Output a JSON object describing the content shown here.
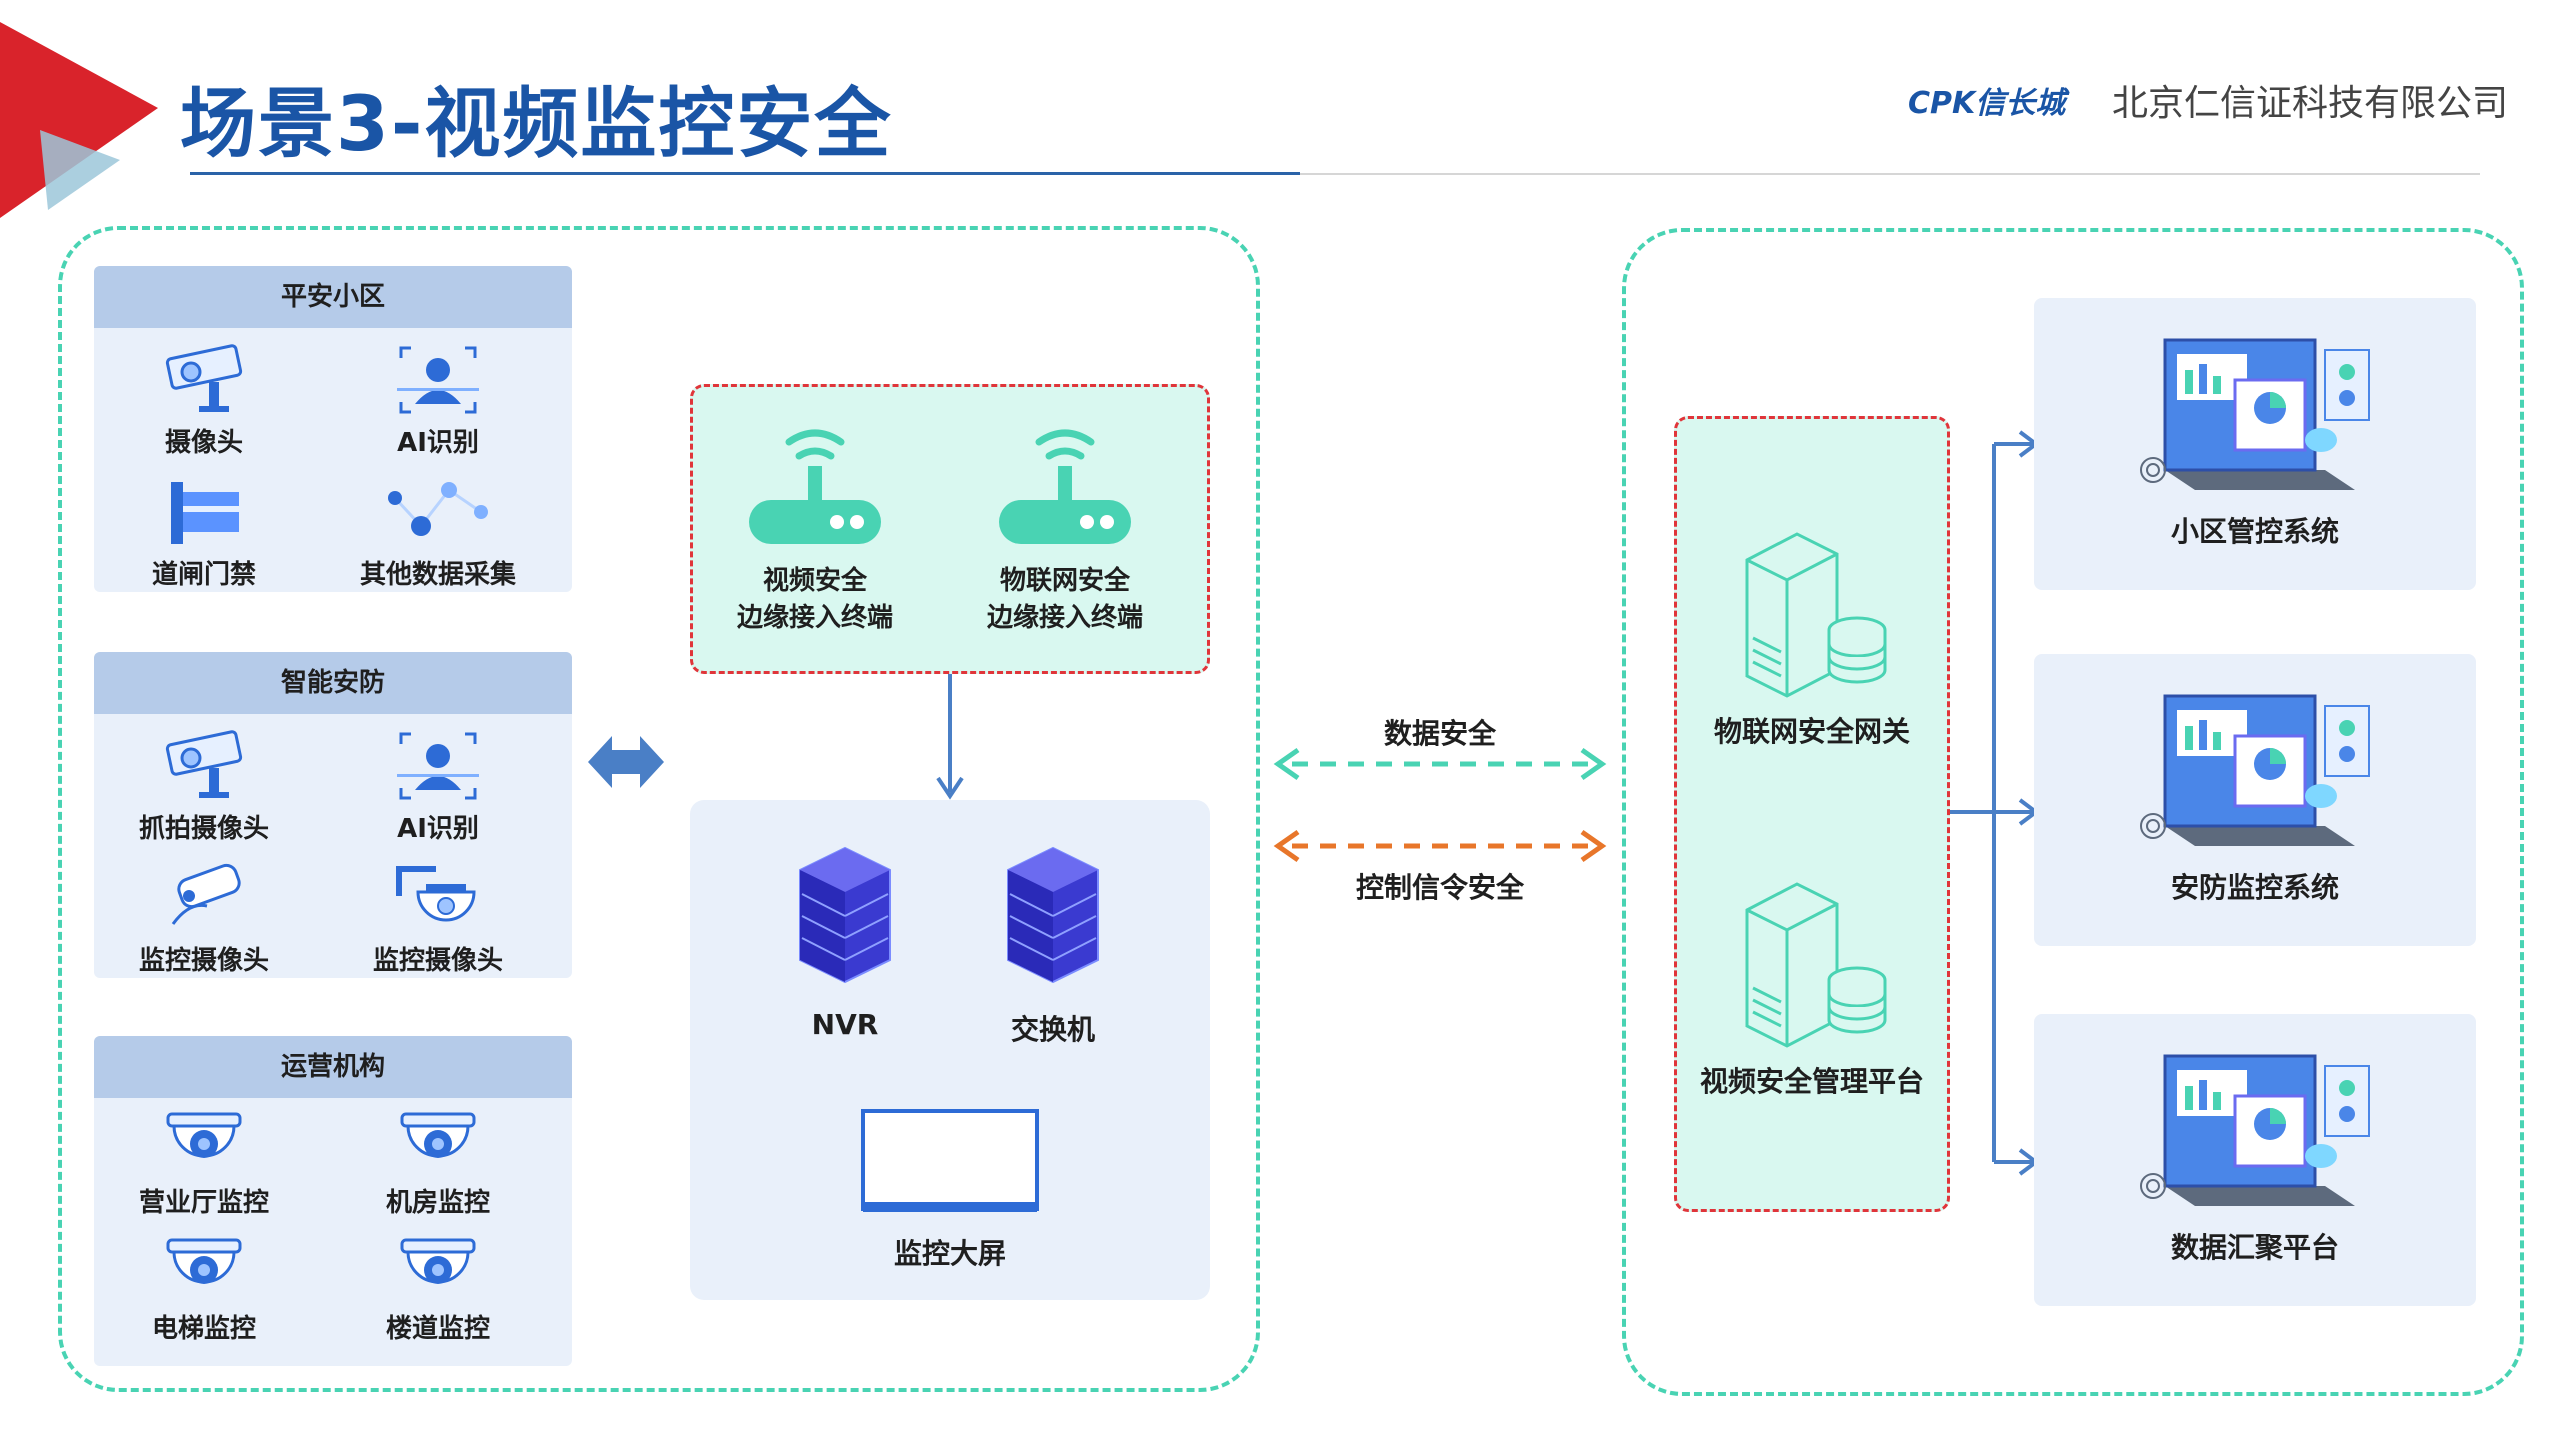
{
  "header": {
    "title": "场景3-视频监控安全",
    "brand_logo": "CPK信长城",
    "company": "北京仁信证科技有限公司"
  },
  "left_groups": [
    {
      "title": "平安小区",
      "items": [
        {
          "label": "摄像头",
          "icon": "camera-icon"
        },
        {
          "label": "AI识别",
          "icon": "ai-face-icon"
        },
        {
          "label": "道闸门禁",
          "icon": "gate-icon"
        },
        {
          "label": "其他数据采集",
          "icon": "data-nodes-icon"
        }
      ]
    },
    {
      "title": "智能安防",
      "items": [
        {
          "label": "抓拍摄像头",
          "icon": "camera-icon"
        },
        {
          "label": "AI识别",
          "icon": "ai-face-icon"
        },
        {
          "label": "监控摄像头",
          "icon": "bullet-camera-icon"
        },
        {
          "label": "监控摄像头",
          "icon": "ptz-camera-icon"
        }
      ]
    },
    {
      "title": "运营机构",
      "items": [
        {
          "label": "营业厅监控",
          "icon": "dome-camera-icon"
        },
        {
          "label": "机房监控",
          "icon": "dome-camera-icon"
        },
        {
          "label": "电梯监控",
          "icon": "dome-camera-icon"
        },
        {
          "label": "楼道监控",
          "icon": "dome-camera-icon"
        }
      ]
    }
  ],
  "edge_terminals": [
    {
      "line1": "视频安全",
      "line2": "边缘接入终端",
      "icon": "router-icon"
    },
    {
      "line1": "物联网安全",
      "line2": "边缘接入终端",
      "icon": "router-icon"
    }
  ],
  "devices": [
    {
      "label": "NVR",
      "icon": "server-stack-icon"
    },
    {
      "label": "交换机",
      "icon": "server-stack-icon"
    }
  ],
  "screen": {
    "label": "监控大屏",
    "icon": "monitor-icon"
  },
  "links": {
    "data_security": "数据安全",
    "control_security": "控制信令安全"
  },
  "gateways": [
    {
      "label": "物联网安全网关",
      "icon": "gateway-server-icon"
    },
    {
      "label": "视频安全管理平台",
      "icon": "gateway-server-icon"
    }
  ],
  "systems": [
    {
      "label": "小区管控系统",
      "icon": "dashboard-icon"
    },
    {
      "label": "安防监控系统",
      "icon": "dashboard-icon"
    },
    {
      "label": "数据汇聚平台",
      "icon": "dashboard-icon"
    }
  ],
  "colors": {
    "title_blue": "#1a55a6",
    "teal": "#49d3b3",
    "orange": "#e8762a",
    "red_dash": "#e0353a",
    "panel_bg": "#e9f0fa",
    "panel_head": "#b5cbe9"
  }
}
